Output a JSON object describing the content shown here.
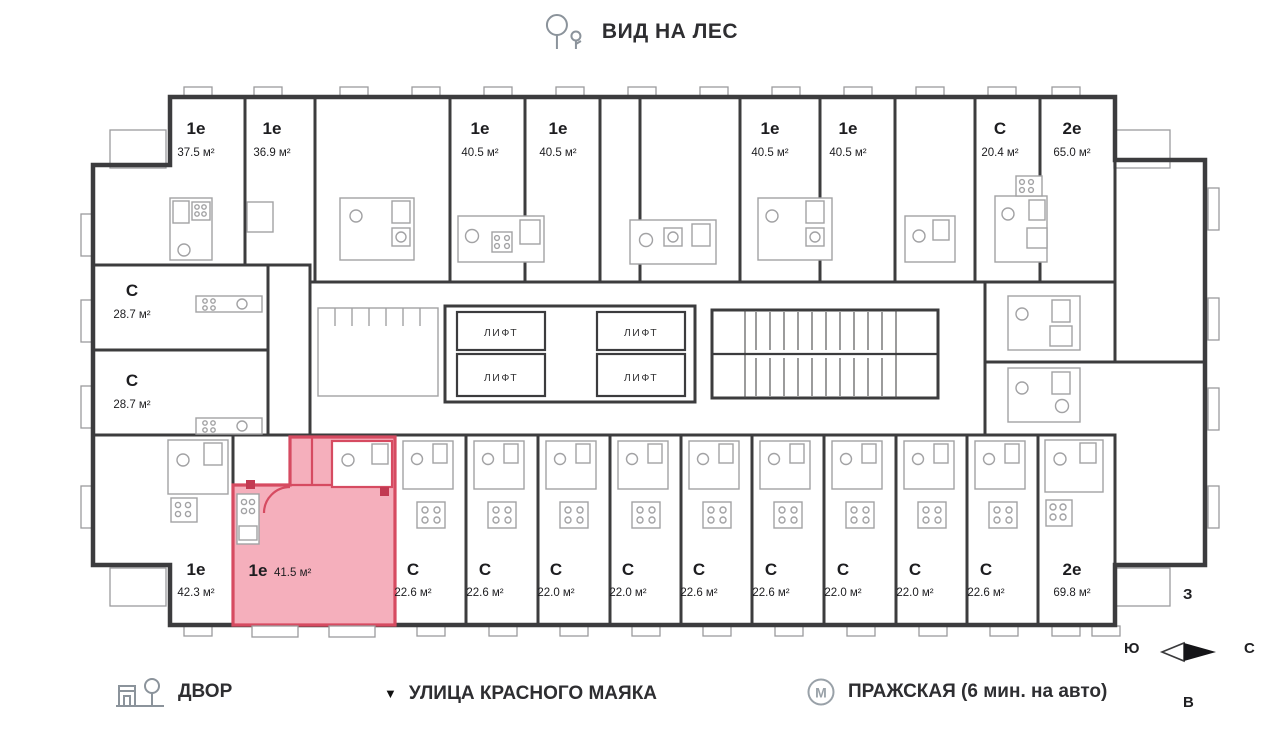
{
  "header": {
    "view_label": "ВИД НА ЛЕС"
  },
  "apartments": [
    {
      "type": "1е",
      "area": "37.5 м²"
    },
    {
      "type": "1е",
      "area": "36.9 м²"
    },
    {
      "type": "1е",
      "area": "40.5 м²"
    },
    {
      "type": "1е",
      "area": "40.5 м²"
    },
    {
      "type": "1е",
      "area": "40.5 м²"
    },
    {
      "type": "1е",
      "area": "40.5 м²"
    },
    {
      "type": "С",
      "area": "20.4 м²"
    },
    {
      "type": "2е",
      "area": "65.0 м²"
    },
    {
      "type": "С",
      "area": "28.7 м²"
    },
    {
      "type": "С",
      "area": "28.7 м²"
    },
    {
      "type": "1е",
      "area": "42.3 м²"
    },
    {
      "type": "1е",
      "area": "41.5 м²",
      "highlighted": true
    },
    {
      "type": "С",
      "area": "22.6 м²"
    },
    {
      "type": "С",
      "area": "22.6 м²"
    },
    {
      "type": "С",
      "area": "22.0 м²"
    },
    {
      "type": "С",
      "area": "22.0 м²"
    },
    {
      "type": "С",
      "area": "22.6 м²"
    },
    {
      "type": "С",
      "area": "22.6 м²"
    },
    {
      "type": "С",
      "area": "22.0 м²"
    },
    {
      "type": "С",
      "area": "22.0 м²"
    },
    {
      "type": "С",
      "area": "22.6 м²"
    },
    {
      "type": "2е",
      "area": "69.8 м²"
    }
  ],
  "elevators": {
    "label": "ЛИФТ"
  },
  "footer": {
    "courtyard": "ДВОР",
    "street_marker": "▼",
    "street": "УЛИЦА КРАСНОГО МАЯКА",
    "metro_letter": "М",
    "metro_name": "ПРАЖСКАЯ (6 мин. на авто)"
  },
  "compass": {
    "n": "С",
    "s": "Ю",
    "w": "З",
    "e": "В"
  },
  "colors": {
    "highlight_fill": "#f5afbc",
    "highlight_stroke": "#d64b61",
    "wall": "#3c3c3e"
  }
}
